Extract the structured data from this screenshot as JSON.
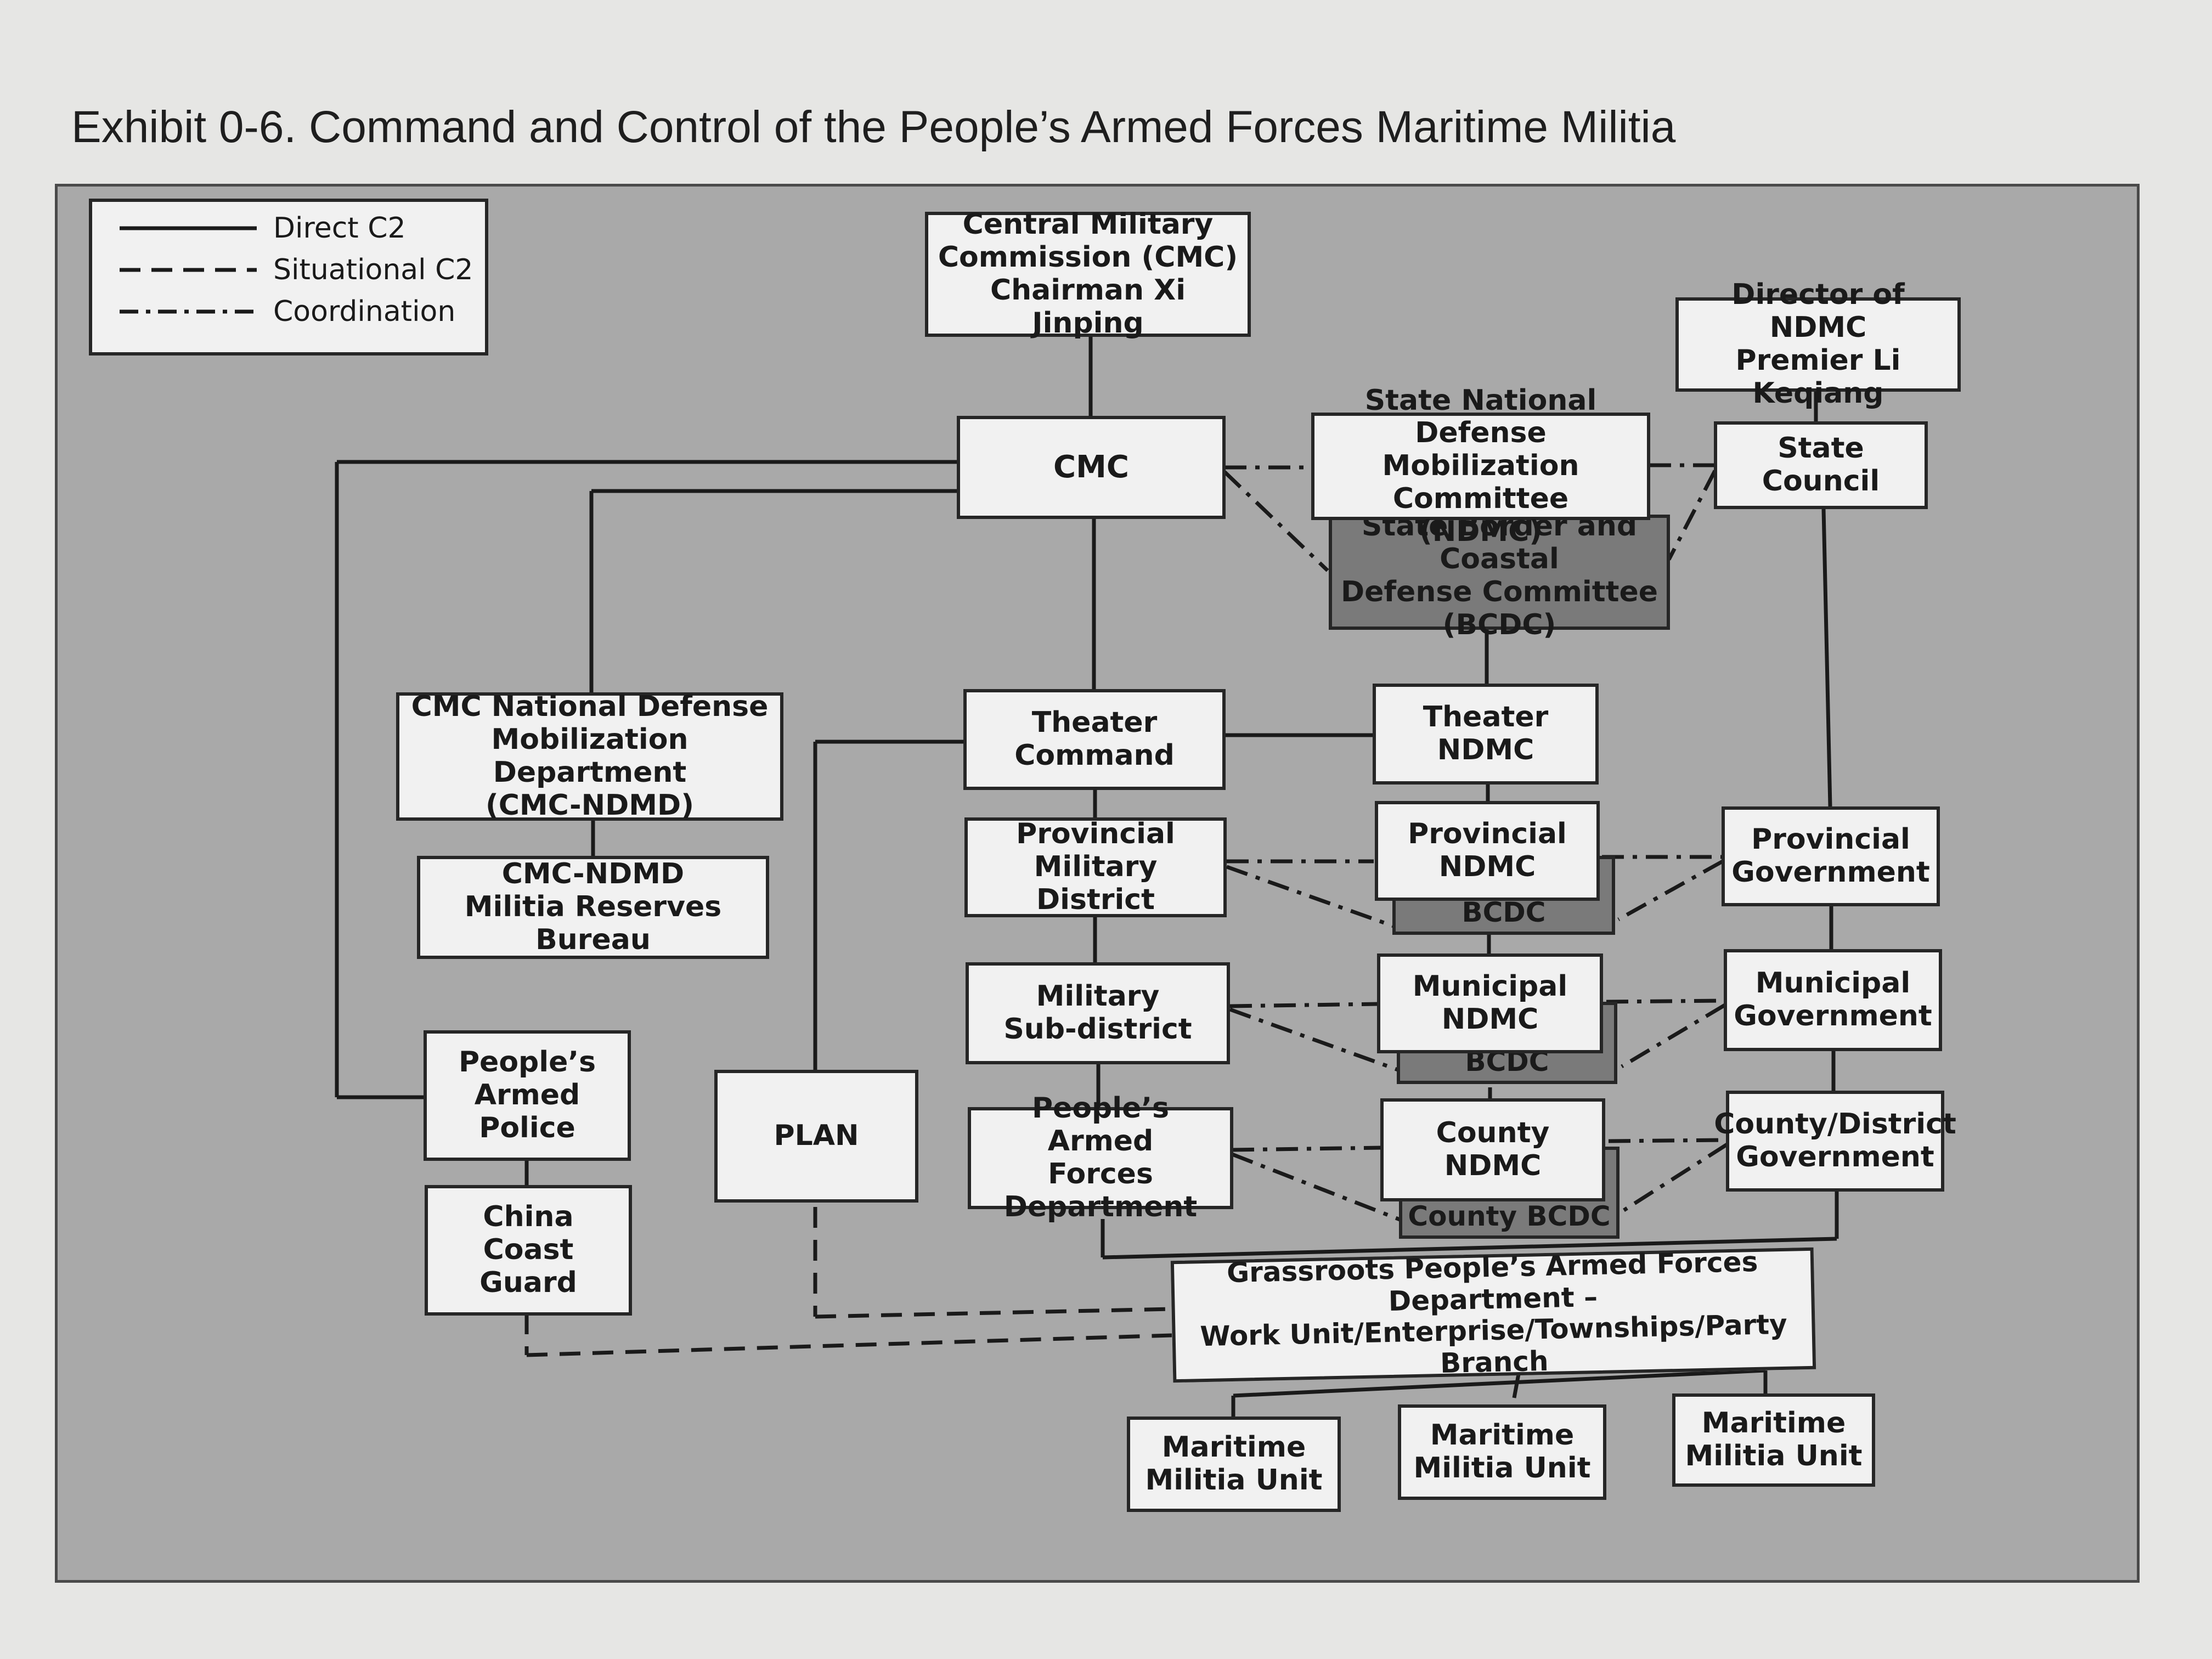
{
  "title": "Exhibit 0-6. Command and Control of the People’s Armed Forces Maritime Militia",
  "legend": {
    "direct": "Direct C2",
    "situational": "Situational C2",
    "coordination": "Coordination"
  },
  "nodes": {
    "cmc_chair": "Central Military\nCommission (CMC)\nChairman Xi Jinping",
    "ndmc_director": "Director of NDMC\nPremier Li Keqiang",
    "cmc": "CMC",
    "state_ndmc": "State National Defense\nMobilization Committee\n(NDMC)",
    "state_bcdc": "State Border and Coastal\nDefense Committee\n(BCDC)",
    "state_council": "State Council",
    "cmc_ndmd": "CMC National Defense\nMobilization Department\n(CMC-NDMD)",
    "militia_bureau": "CMC-NDMD\nMilitia Reserves Bureau",
    "theater_command": "Theater\nCommand",
    "theater_ndmc": "Theater\nNDMC",
    "provincial_md": "Provincial Military\nDistrict",
    "provincial_ndmc": "Provincial\nNDMC",
    "provincial_bcdc": "Provincial BCDC",
    "provincial_gov": "Provincial\nGovernment",
    "military_subdistrict": "Military\nSub-district",
    "municipal_ndmc": "Municipal\nNDMC",
    "municipal_bcdc": "Municipal BCDC",
    "municipal_gov": "Municipal\nGovernment",
    "pap": "People’s\nArmed\nPolice",
    "ccg": "China\nCoast\nGuard",
    "plan": "PLAN",
    "pafd": "People’s Armed\nForces Department",
    "county_ndmc": "County\nNDMC",
    "county_bcdc": "County BCDC",
    "county_gov": "County/District\nGovernment",
    "grassroots": "Grassroots People’s Armed Forces Department –\nWork Unit/Enterprise/Townships/Party Branch",
    "unit_1": "Maritime\nMilitia Unit",
    "unit_2": "Maritime\nMilitia Unit",
    "unit_3": "Maritime\nMilitia Unit"
  }
}
